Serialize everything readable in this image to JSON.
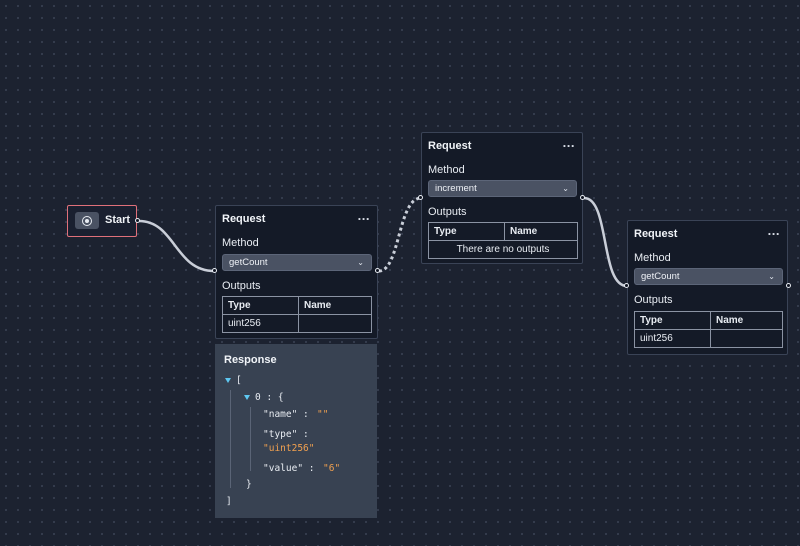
{
  "start": {
    "label": "Start"
  },
  "nodes": {
    "r1": {
      "title": "Request",
      "menu": "...",
      "method_label": "Method",
      "method_value": "getCount",
      "outputs_label": "Outputs",
      "col_type": "Type",
      "col_name": "Name",
      "rows": [
        {
          "type": "uint256",
          "name": ""
        }
      ]
    },
    "r2": {
      "title": "Request",
      "menu": "...",
      "method_label": "Method",
      "method_value": "increment",
      "outputs_label": "Outputs",
      "col_type": "Type",
      "col_name": "Name",
      "empty_text": "There are no outputs"
    },
    "r3": {
      "title": "Request",
      "menu": "...",
      "method_label": "Method",
      "method_value": "getCount",
      "outputs_label": "Outputs",
      "col_type": "Type",
      "col_name": "Name",
      "rows": [
        {
          "type": "uint256",
          "name": ""
        }
      ]
    }
  },
  "response": {
    "title": "Response",
    "open_bracket": "[",
    "index_line": "0 : {",
    "name_key": "\"name\" :",
    "name_val": "\"\"",
    "type_key": "\"type\" :",
    "type_val": "\"uint256\"",
    "value_key": "\"value\" :",
    "value_val": "\"6\"",
    "close_brace": "}",
    "close_bracket": "]"
  },
  "colors": {
    "canvas": "#1c2230",
    "node_bg": "#141a27",
    "start_border": "#e0707a",
    "string": "#f0a050",
    "tree_toggle": "#5ec8f2"
  },
  "icons": [
    "play-circle-icon",
    "chevron-down-icon",
    "more-horizontal-icon",
    "caret-down-icon"
  ]
}
